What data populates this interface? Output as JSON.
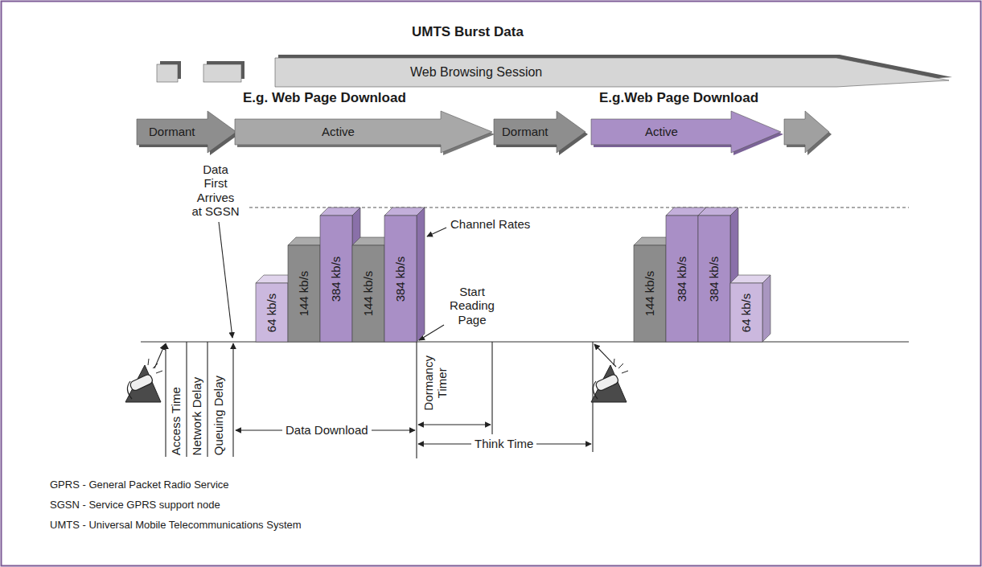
{
  "diagram": {
    "title": "UMTS Burst Data",
    "nodes": [
      {
        "text": [
          "Web Browsing Session"
        ]
      },
      {
        "text": [
          "Dormant"
        ]
      },
      {
        "text": [
          "E.g. Web Page Download",
          "Active"
        ]
      },
      {
        "text": [
          "Dormant"
        ]
      },
      {
        "text": [
          "E.g.Web Page Download",
          "Active"
        ]
      },
      {
        "text": [
          "64 kb/s"
        ]
      },
      {
        "text": [
          "144 kb/s"
        ]
      },
      {
        "text": [
          "384 kb/s"
        ]
      },
      {
        "text": [
          "144 kb/s"
        ]
      },
      {
        "text": [
          "384 kb/s"
        ]
      },
      {
        "text": [
          "144 kb/s"
        ]
      },
      {
        "text": [
          "384 kb/s"
        ]
      },
      {
        "text": [
          "384 kb/s"
        ]
      },
      {
        "text": [
          "64 kb/s"
        ]
      }
    ],
    "labels": [
      "Data First Arrives at SGSN",
      "Channel Rates",
      "Start Reading Page",
      "Access Time",
      "Network Delay",
      "Queuing Delay",
      "Data Download",
      "Dormancy Timer",
      "Think Time",
      "GPRS - General Packet Radio Service",
      "SGSN - Service GPRS support node",
      "UMTS - Universal Mobile Telecommunications System"
    ]
  }
}
